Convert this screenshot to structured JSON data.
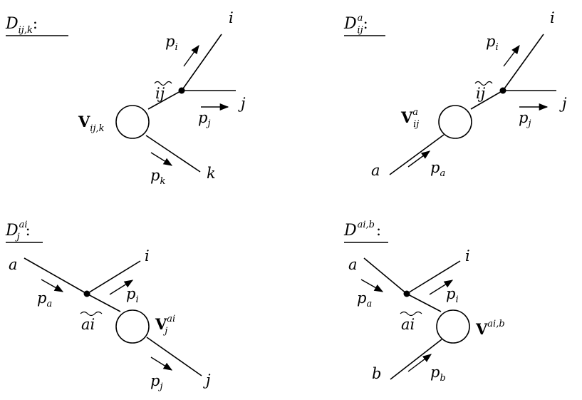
{
  "diagrams": [
    {
      "title_main": "D",
      "title_sub": "ij,k",
      "title_sup": "",
      "vertex_main": "V",
      "vertex_sub": "ij,k",
      "vertex_sup": "",
      "combined_label": "ij",
      "legs": {
        "i": "i",
        "j": "j",
        "other": "k"
      },
      "momenta": {
        "pi": {
          "p": "p",
          "s": "i"
        },
        "pj": {
          "p": "p",
          "s": "j"
        },
        "pother": {
          "p": "p",
          "s": "k"
        }
      }
    },
    {
      "title_main": "D",
      "title_sub": "ij",
      "title_sup": "a",
      "vertex_main": "V",
      "vertex_sub": "ij",
      "vertex_sup": "a",
      "combined_label": "ij",
      "legs": {
        "i": "i",
        "j": "j",
        "other": "a"
      },
      "momenta": {
        "pi": {
          "p": "p",
          "s": "i"
        },
        "pj": {
          "p": "p",
          "s": "j"
        },
        "pother": {
          "p": "p",
          "s": "a"
        }
      }
    },
    {
      "title_main": "D",
      "title_sub": "j",
      "title_sup": "ai",
      "vertex_main": "V",
      "vertex_sub": "j",
      "vertex_sup": "ai",
      "combined_label": "ai",
      "legs": {
        "a": "a",
        "i": "i",
        "other": "j"
      },
      "momenta": {
        "pa": {
          "p": "p",
          "s": "a"
        },
        "pi": {
          "p": "p",
          "s": "i"
        },
        "pother": {
          "p": "p",
          "s": "j"
        }
      }
    },
    {
      "title_main": "D",
      "title_sub": "",
      "title_sup": "ai,b",
      "vertex_main": "V",
      "vertex_sub": "",
      "vertex_sup": "ai,b",
      "combined_label": "ai",
      "legs": {
        "a": "a",
        "i": "i",
        "other": "b"
      },
      "momenta": {
        "pa": {
          "p": "p",
          "s": "a"
        },
        "pi": {
          "p": "p",
          "s": "i"
        },
        "pother": {
          "p": "p",
          "s": "b"
        }
      }
    }
  ],
  "title_colon": ":"
}
